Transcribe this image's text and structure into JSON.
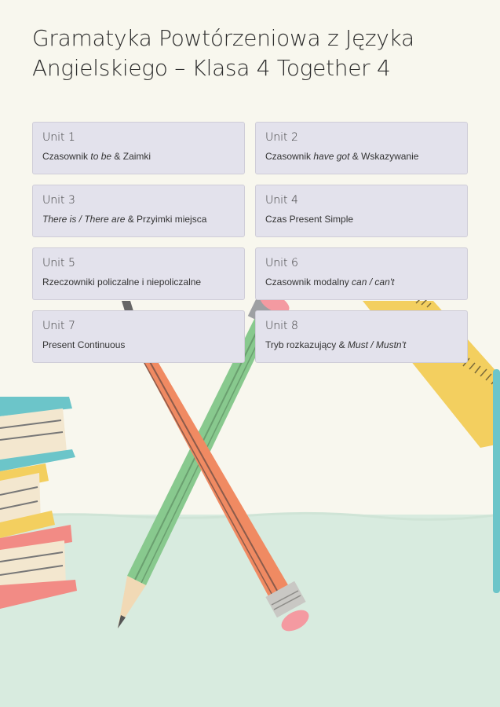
{
  "page": {
    "title": "Gramatyka Powtórzeniowa z Języka Angielskiego – Klasa 4 Together 4"
  },
  "units": [
    {
      "name": "Unit 1",
      "parts": [
        {
          "text": "Czasownik ",
          "italic": false
        },
        {
          "text": "to be",
          "italic": true
        },
        {
          "text": " & Zaimki",
          "italic": false
        }
      ]
    },
    {
      "name": "Unit 2",
      "parts": [
        {
          "text": "Czasownik ",
          "italic": false
        },
        {
          "text": "have got",
          "italic": true
        },
        {
          "text": " & Wskazywanie",
          "italic": false
        }
      ]
    },
    {
      "name": "Unit 3",
      "parts": [
        {
          "text": "There is / There are",
          "italic": true
        },
        {
          "text": " & Przyimki miejsca",
          "italic": false
        }
      ]
    },
    {
      "name": "Unit 4",
      "parts": [
        {
          "text": "Czas Present Simple",
          "italic": false
        }
      ]
    },
    {
      "name": "Unit 5",
      "parts": [
        {
          "text": "Rzeczowniki policzalne i niepoliczalne",
          "italic": false
        }
      ]
    },
    {
      "name": "Unit 6",
      "parts": [
        {
          "text": "Czasownik modalny ",
          "italic": false
        },
        {
          "text": "can / can't",
          "italic": true
        }
      ]
    },
    {
      "name": "Unit 7",
      "parts": [
        {
          "text": "Present Continuous",
          "italic": false
        }
      ]
    },
    {
      "name": "Unit 8",
      "parts": [
        {
          "text": "Tryb rozkazujący & ",
          "italic": false
        },
        {
          "text": "Must / Mustn't",
          "italic": true
        }
      ]
    }
  ],
  "colors": {
    "background": "#f8f7ee",
    "floor": "#d8ebdf",
    "card": "#e3e2ec",
    "orange_pencil": "#f08a62",
    "green_pencil": "#88c98e",
    "ruler": "#f3cf5f",
    "books_teal": "#6cc5c9",
    "books_pink": "#f28b85",
    "books_cream": "#f3e7cf"
  }
}
